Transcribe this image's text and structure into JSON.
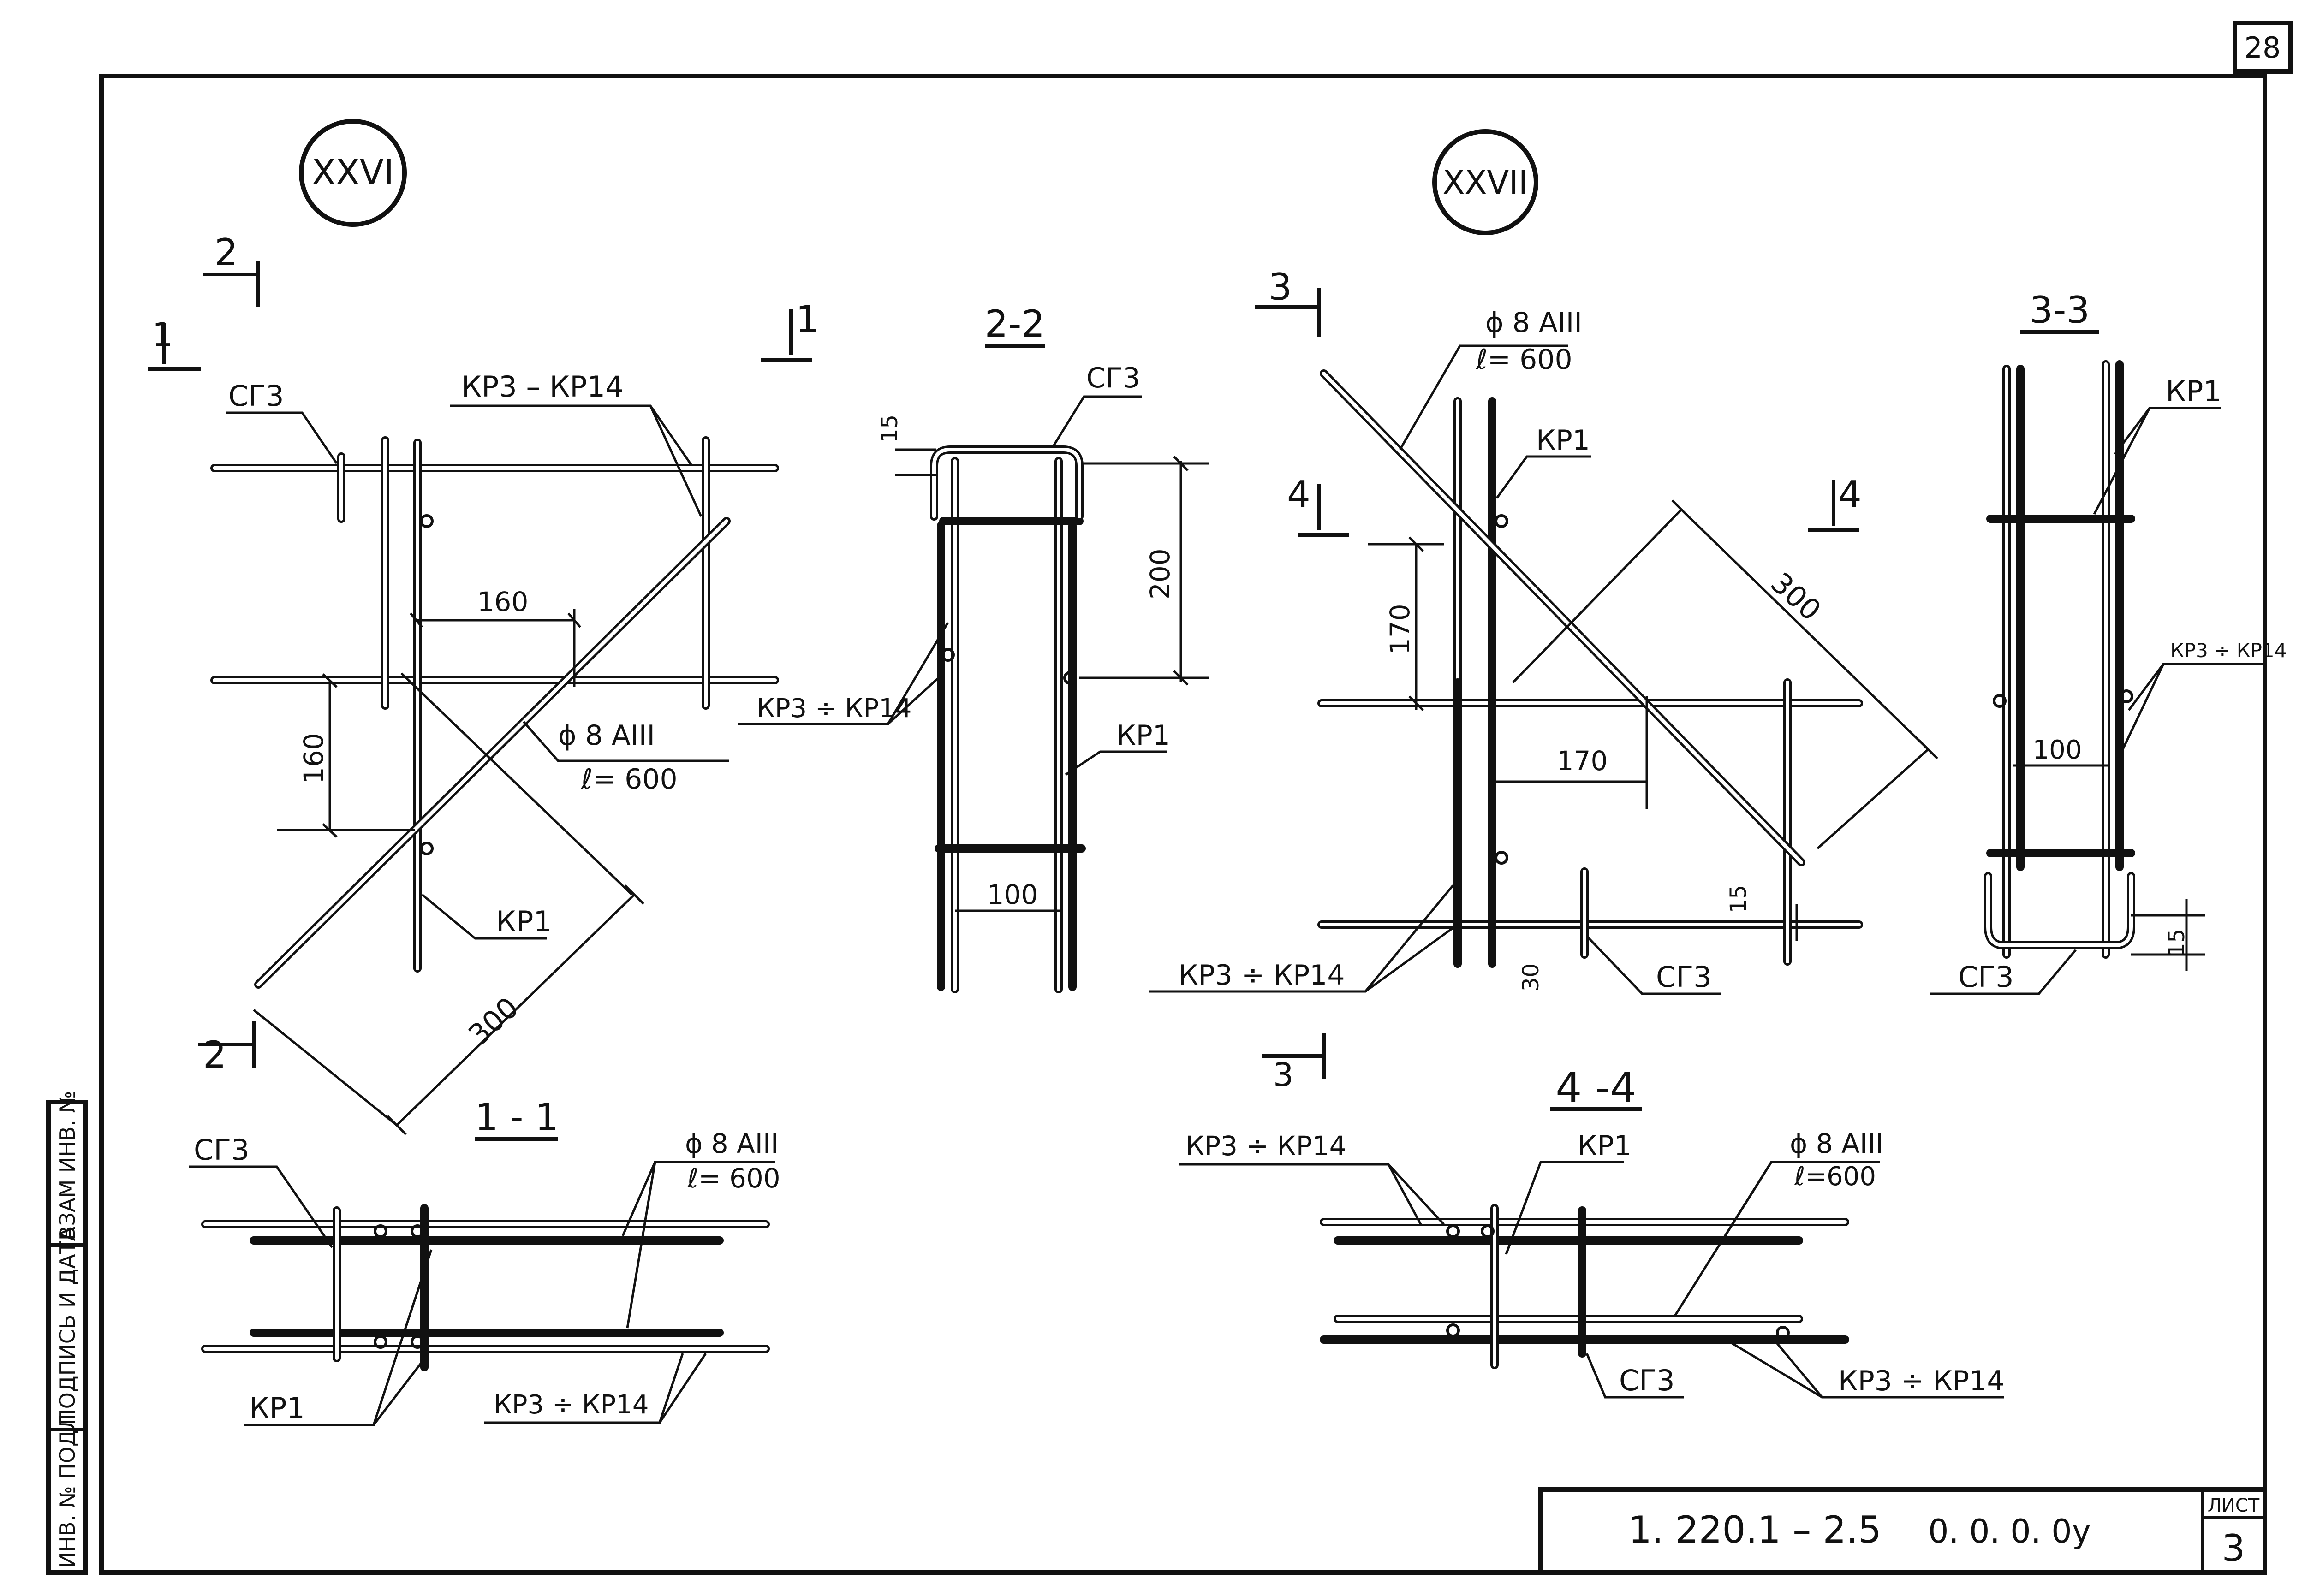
{
  "sheet": {
    "page_number": "28",
    "side_stamp": [
      "ИНВ. № ПОДЛ",
      "ПОДПИСЬ И ДАТА",
      "ВЗАМ ИНВ. №"
    ],
    "doc_code": "1. 220.1 – 2.5",
    "doc_suffix": "0. 0. 0. 0у",
    "sheet_label": "ЛИСТ",
    "sheet_no": "3"
  },
  "nodes": {
    "xxvi": {
      "id": "XXVI",
      "cut_2_label": "2",
      "cut_1_label": "1",
      "label_sg3": "СГ3",
      "label_kr3_kr14": "КР3 – КР14",
      "dim_160_h": "160",
      "dim_160_v": "160",
      "rebar_diam": "ϕ 8 АIII",
      "rebar_len": "ℓ= 600",
      "label_kr1": "КР1",
      "dim_300": "300"
    },
    "xxvii": {
      "id": "XXVII",
      "cut_3_label": "3",
      "cut_4_label": "4",
      "rebar_diam": "ϕ 8 АIII",
      "rebar_len": "ℓ= 600",
      "label_kr1": "КР1",
      "dim_170_v": "170",
      "dim_170_h": "170",
      "dim_300": "300",
      "dim_15": "15",
      "dim_30": "30",
      "label_kr3_kr14": "КР3 ÷ КР14",
      "label_sg3": "СГ3"
    }
  },
  "sections": {
    "s2_2": {
      "title": "2-2",
      "label_sg3": "СГ3",
      "dim_15": "15",
      "dim_200": "200",
      "label_kr3_kr14": "КР3 ÷ КР14",
      "label_kr1": "КР1",
      "dim_100": "100"
    },
    "s1_1": {
      "title": "1 - 1",
      "label_sg3": "СГ3",
      "rebar_diam": "ϕ 8 АIII",
      "rebar_len": "ℓ= 600",
      "label_kr1": "КР1",
      "label_kr3_kr14": "КР3 ÷ КР14"
    },
    "s3_3": {
      "title": "3-3",
      "label_kr1": "КР1",
      "label_kr3_kr14": "КР3 ÷ КР14",
      "dim_100": "100",
      "dim_15": "15",
      "label_sg3": "СГ3"
    },
    "s4_4": {
      "title": "4 -4",
      "label_kr3_kr14_top": "КР3 ÷ КР14",
      "label_kr1": "КР1",
      "rebar_diam": "ϕ 8 АIII",
      "rebar_len": "ℓ=600",
      "label_sg3": "СГ3",
      "label_kr3_kr14_bottom": "КР3 ÷ КР14"
    }
  }
}
